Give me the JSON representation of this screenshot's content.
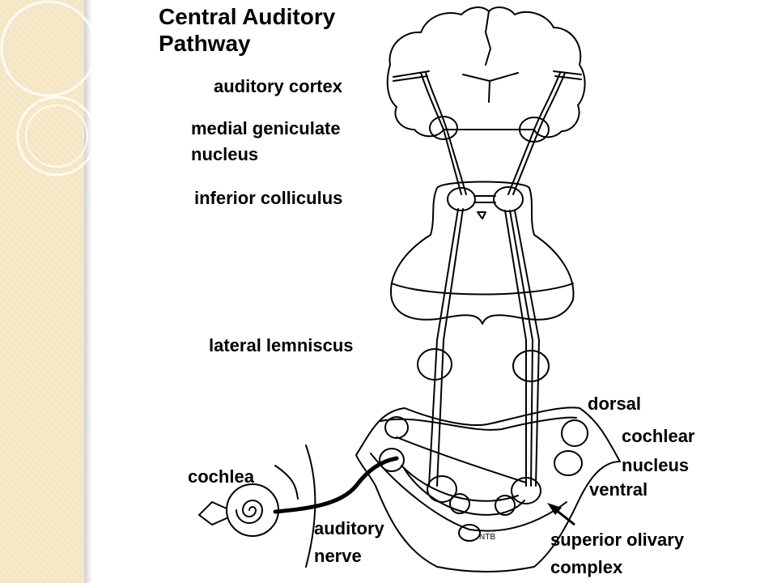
{
  "title_line1": "Central Auditory",
  "title_line2": "Pathway",
  "labels": {
    "auditory_cortex": "auditory cortex",
    "medial_geniculate_1": "medial geniculate",
    "medial_geniculate_2": "nucleus",
    "inferior_colliculus": "inferior colliculus",
    "lateral_lemniscus": "lateral lemniscus",
    "dorsal": "dorsal",
    "cochlear": "cochlear",
    "nucleus": "nucleus",
    "ventral": "ventral",
    "cochlea": "cochlea",
    "auditory_nerve_1": "auditory",
    "auditory_nerve_2": "nerve",
    "superior_olivary_1": "superior olivary",
    "superior_olivary_2": "complex",
    "ntb": "NTB"
  },
  "colors": {
    "sidebar": "#f5e6c3",
    "line": "#000000"
  }
}
